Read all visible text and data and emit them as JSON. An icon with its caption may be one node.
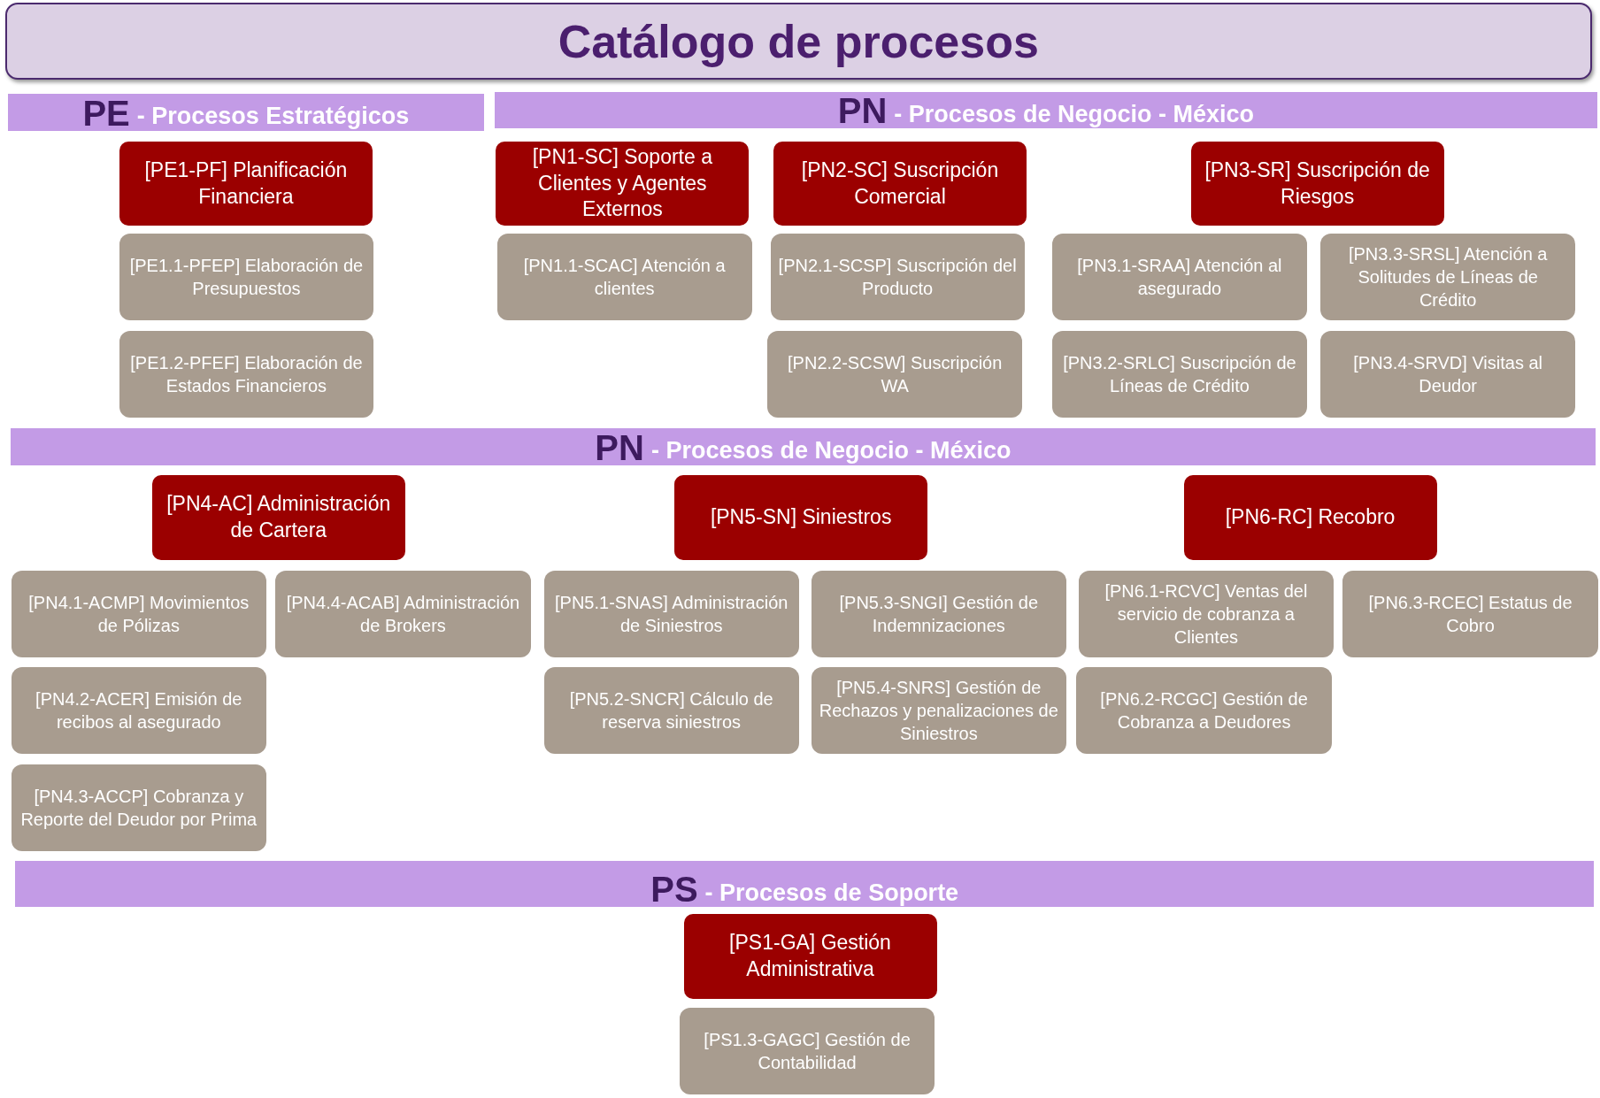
{
  "diagram": {
    "title": "Catálogo de procesos",
    "nodes": [
      {
        "text": [
          "PE",
          "- Procesos Estratégicos"
        ]
      },
      {
        "text": [
          "PN",
          "- Procesos de Negocio - México"
        ]
      },
      {
        "text": [
          "[PE1-PF] Planificación Financiera"
        ]
      },
      {
        "text": [
          "[PE1.1-PFEP] Elaboración de Presupuestos"
        ]
      },
      {
        "text": [
          "[PE1.2-PFEF] Elaboración de Estados Financieros"
        ]
      },
      {
        "text": [
          "[PN1-SC] Soporte a Clientes y Agentes Externos"
        ]
      },
      {
        "text": [
          "[PN1.1-SCAC] Atención a clientes"
        ]
      },
      {
        "text": [
          "[PN2-SC] Suscripción Comercial"
        ]
      },
      {
        "text": [
          "[PN2.1-SCSP] Suscripción del Producto"
        ]
      },
      {
        "text": [
          "[PN2.2-SCSW] Suscripción WA"
        ]
      },
      {
        "text": [
          "[PN3-SR] Suscripción de Riesgos"
        ]
      },
      {
        "text": [
          "[PN3.1-SRAA] Atención al asegurado"
        ]
      },
      {
        "text": [
          "[PN3.3-SRSL] Atención a Solitudes de Líneas de Crédito"
        ]
      },
      {
        "text": [
          "[PN3.2-SRLC] Suscripción de Líneas de Crédito"
        ]
      },
      {
        "text": [
          "[PN3.4-SRVD] Visitas al Deudor"
        ]
      },
      {
        "text": [
          "PN",
          "- Procesos de Negocio - México"
        ]
      },
      {
        "text": [
          "[PN4-AC] Administración de Cartera"
        ]
      },
      {
        "text": [
          "[PN5-SN] Siniestros"
        ]
      },
      {
        "text": [
          "[PN6-RC] Recobro"
        ]
      },
      {
        "text": [
          "[PN4.1-ACMP] Movimientos de Pólizas"
        ]
      },
      {
        "text": [
          "[PN4.4-ACAB] Administración de Brokers"
        ]
      },
      {
        "text": [
          "[PN5.1-SNAS] Administración de Siniestros"
        ]
      },
      {
        "text": [
          "[PN5.3-SNGI] Gestión de Indemnizaciones"
        ]
      },
      {
        "text": [
          "[PN6.1-RCVC] Ventas del servicio de cobranza a Clientes"
        ]
      },
      {
        "text": [
          "[PN6.3-RCEC] Estatus de Cobro"
        ]
      },
      {
        "text": [
          "[PN4.2-ACER] Emisión de recibos al asegurado"
        ]
      },
      {
        "text": [
          "[PN5.2-SNCR] Cálculo de reserva siniestros"
        ]
      },
      {
        "text": [
          "[PN5.4-SNRS] Gestión de Rechazos y penalizaciones de Siniestros"
        ]
      },
      {
        "text": [
          "[PN6.2-RCGC] Gestión de Cobranza a Deudores"
        ]
      },
      {
        "text": [
          "[PN4.3-ACCP] Cobranza y Reporte del Deudor por Prima"
        ]
      },
      {
        "text": [
          "PS",
          "- Procesos de Soporte"
        ]
      },
      {
        "text": [
          "[PS1-GA] Gestión Administrativa"
        ]
      },
      {
        "text": [
          "[PS1.3-GAGC] Gestión de Contabilidad"
        ]
      }
    ]
  }
}
